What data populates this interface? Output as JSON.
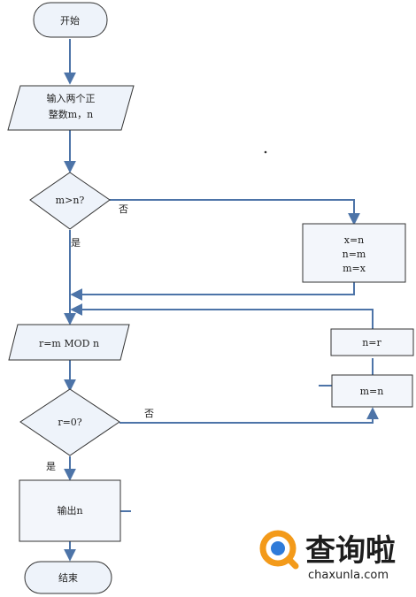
{
  "flowchart": {
    "start": "开始",
    "input_line1": "输入两个正",
    "input_line2": "整数m，n",
    "decision1": "m>n?",
    "no_label_1": "否",
    "yes_label_1": "是",
    "swap_line1": "x=n",
    "swap_line2": "n=m",
    "swap_line3": "m=x",
    "assign_r": "r=m MOD n",
    "assign_n": "n=r",
    "assign_m": "m=n",
    "decision2": "r=0?",
    "no_label_2": "否",
    "yes_label_2": "是",
    "output": "输出n",
    "end": "结束"
  },
  "watermark": {
    "brand": "查询啦",
    "domain": "chaxunla.com",
    "color_orange": "#f39a1a",
    "color_blue": "#2f7bd9",
    "icon": "search-icon"
  },
  "colors": {
    "flow_line": "#4d74a8",
    "shape_fill": "#eef3fa"
  }
}
